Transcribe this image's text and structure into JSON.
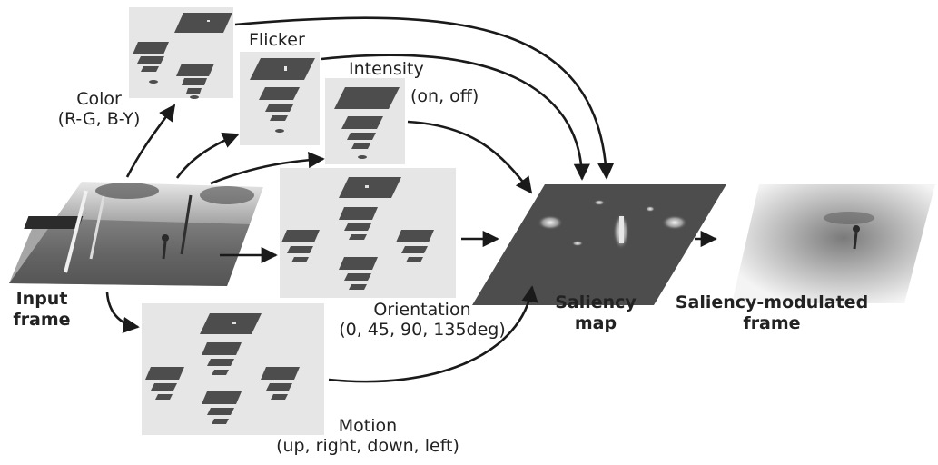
{
  "labels": {
    "color": [
      "Color",
      "(R-G, B-Y)"
    ],
    "flicker": "Flicker",
    "intensity": [
      "Intensity",
      "(on, off)"
    ],
    "orientation": [
      "Orientation",
      "(0, 45, 90, 135deg)"
    ],
    "motion": [
      "Motion",
      "(up, right, down, left)"
    ],
    "input": [
      "Input",
      "frame"
    ],
    "saliency": [
      "Saliency",
      "map"
    ],
    "modulated": [
      "Saliency-modulated",
      "frame"
    ]
  },
  "colors": {
    "panel": "#e6e6e6",
    "plane": "#4d4d4d",
    "plane_edge": "#3a3a3a",
    "arrow": "#1a1a1a",
    "text": "#222222"
  }
}
